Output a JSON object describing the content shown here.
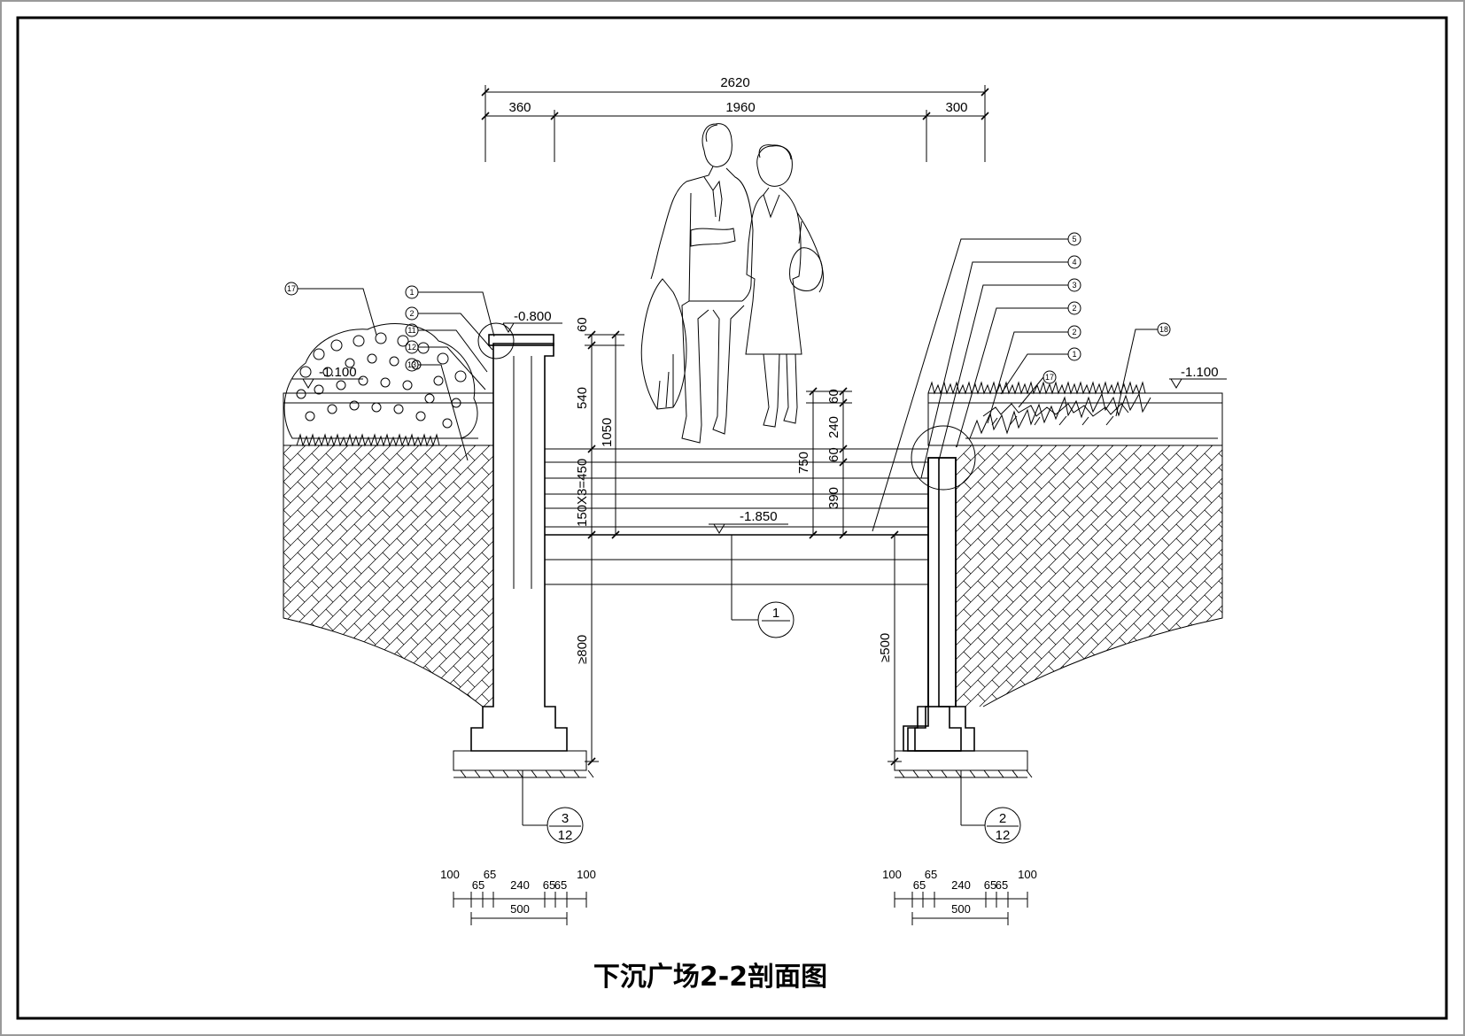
{
  "title": "下沉广场2-2剖面图",
  "top_dimensions": {
    "overall": "2620",
    "left": "360",
    "middle": "1960",
    "right": "300"
  },
  "elevations": {
    "left_wall_top": "-0.800",
    "left_planter": "-1.100",
    "right_planter": "-1.100",
    "floor": "-1.850"
  },
  "vertical_dimensions": {
    "left_cap": "60",
    "left_upper": "540",
    "left_total": "1050",
    "steps": "150X3=450",
    "right_a": "60",
    "right_b": "240",
    "right_c": "60",
    "right_d": "390",
    "right_total": "750",
    "left_footing": "≥800",
    "right_footing": "≥500"
  },
  "left_callouts": [
    "17",
    "1",
    "2",
    "11",
    "12",
    "13"
  ],
  "right_callouts": [
    "5",
    "4",
    "3",
    "2",
    "2",
    "1",
    "17",
    "18"
  ],
  "section_marks": [
    {
      "num": "1",
      "den": ""
    },
    {
      "num": "3",
      "den": "12"
    },
    {
      "num": "2",
      "den": "12"
    }
  ],
  "footing_dims": {
    "left": {
      "top_row": [
        "100",
        "65",
        "65",
        "100"
      ],
      "mid_row": [
        "65",
        "240",
        "65"
      ],
      "total": "500"
    },
    "right": {
      "top_row": [
        "100",
        "65",
        "65",
        "100"
      ],
      "mid_row": [
        "65",
        "240",
        "65"
      ],
      "total": "500"
    }
  }
}
